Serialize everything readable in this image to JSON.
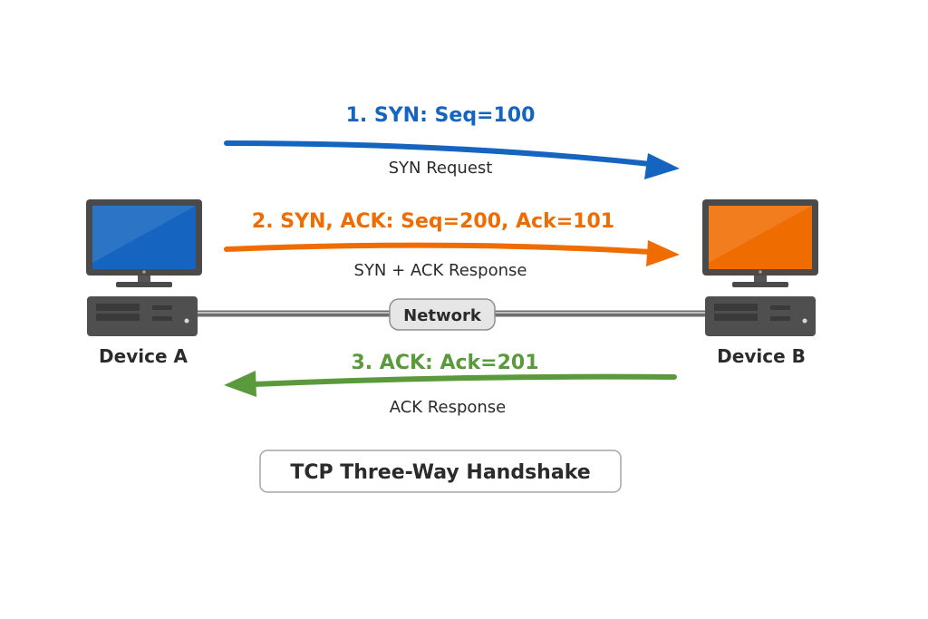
{
  "devices": {
    "a": {
      "label": "Device A",
      "screen_color": "#1565c0"
    },
    "b": {
      "label": "Device B",
      "screen_color": "#ef6c00"
    }
  },
  "network": {
    "label": "Network"
  },
  "steps": [
    {
      "label": "1. SYN: Seq=100",
      "sub_label": "SYN Request",
      "color": "#1565c0",
      "direction": "A-to-B"
    },
    {
      "label": "2. SYN, ACK: Seq=200, Ack=101",
      "sub_label": "SYN + ACK Response",
      "color": "#ef6c00",
      "direction": "B-to-A"
    },
    {
      "label": "3. ACK: Ack=201",
      "sub_label": "ACK Response",
      "color": "#5a9a3c",
      "direction": "A-to-B"
    }
  ],
  "title": "TCP Three-Way Handshake",
  "colors": {
    "device_body": "#595959",
    "device_dark": "#3b3b3b",
    "cable": "#8a8a8a",
    "text_dark": "#2b2b2b"
  }
}
